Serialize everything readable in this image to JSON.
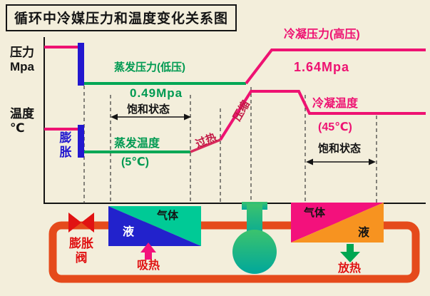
{
  "title": "循环中冷媒压力和温度变化关系图",
  "axes": {
    "pressure_label": "压力",
    "pressure_unit": "Mpa",
    "temperature_label": "温度",
    "temperature_unit": "℃"
  },
  "graph": {
    "condensing_pressure_label": "冷凝压力(高压)",
    "condensing_pressure_value": "1.64Mpa",
    "evaporating_pressure_label": "蒸发压力(低压)",
    "evaporating_pressure_value": "0.49Mpa",
    "saturation_left": "饱和状态",
    "saturation_right": "饱和状态",
    "evaporating_temp_label": "蒸发温度",
    "evaporating_temp_value": "(5℃)",
    "condensing_temp_label": "冷凝温度",
    "condensing_temp_value": "(45℃)",
    "superheat_label": "过热",
    "compression_label": "压缩",
    "expansion_label": "膨胀"
  },
  "circuit": {
    "expansion_valve_label": "膨胀阀",
    "evaporator_gas_label": "气体",
    "evaporator_liquid_label": "液",
    "condenser_gas_label": "气体",
    "condenser_liquid_label": "液",
    "heat_absorption_label": "吸热",
    "heat_release_label": "放热"
  },
  "colors": {
    "background": "#f3eedb",
    "high_side_pink": "#ee1272",
    "low_side_green": "#00a755",
    "expansion_blue": "#2217cf",
    "pipe_orange_red": "#e54a1b",
    "condenser_orange": "#f79320",
    "evaporator_green": "#00ca96",
    "compressor_teal": "#00a79b",
    "valve_red": "#e11212"
  }
}
